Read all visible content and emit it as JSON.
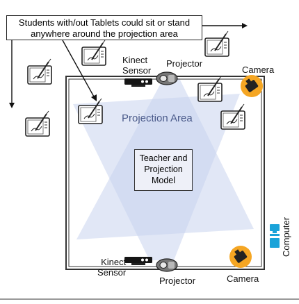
{
  "callout": {
    "line1": "Students with/out Tablets could sit or stand",
    "line2": "anywhere around the projection area"
  },
  "labels": {
    "kinect_top_1": "Kinect",
    "kinect_top_2": "Sensor",
    "projector_top": "Projector",
    "camera_top": "Camera",
    "projection_area": "Projection Area",
    "model_1": "Teacher and",
    "model_2": "Projection",
    "model_3": "Model",
    "kinect_bottom_1": "Kinect",
    "kinect_bottom_2": "Sensor",
    "projector_bottom": "Projector",
    "camera_bottom": "Camera",
    "computer": "Computer"
  },
  "colors": {
    "projection_fill": "#c9d3ee",
    "camera_badge": "#f5a623",
    "computer": "#1aa3d9",
    "room_wall": "#333333"
  },
  "icons": [
    "tablet-icon",
    "kinect-sensor-icon",
    "projector-icon",
    "camera-icon",
    "computer-icon"
  ]
}
